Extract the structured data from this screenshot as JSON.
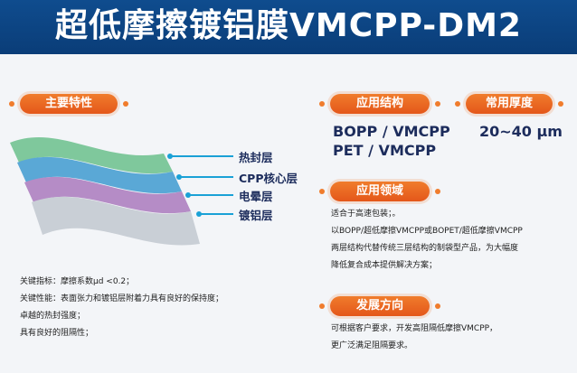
{
  "header": {
    "title": "超低摩擦镀铝膜VMCPP-DM2"
  },
  "sections": {
    "features_label": "主要特性",
    "structure_label": "应用结构",
    "thickness_label": "常用厚度",
    "fields_label": "应用领域",
    "direction_label": "发展方向"
  },
  "structure": {
    "line1": "BOPP / VMCPP",
    "line2": "PET / VMCPP"
  },
  "thickness": {
    "value": "20~40 μm"
  },
  "layers": [
    {
      "label": "热封层",
      "color": "#7fc89c"
    },
    {
      "label": "CPP核心层",
      "color": "#5aa8d6"
    },
    {
      "label": "电晕层",
      "color": "#b58cc6"
    },
    {
      "label": "镀铝层",
      "color": "#c9cfd6"
    }
  ],
  "features": [
    "关键指标：摩擦系数μd <0.2；",
    "关键性能：表面张力和镀铝层附着力具有良好的保持度；",
    "卓越的热封强度；",
    "具有良好的阻隔性；"
  ],
  "fields": [
    "适合于高速包装；。",
    "以BOPP/超低摩擦VMCPP或BOPET/超低摩擦VMCPP",
    "两层结构代替传统三层结构的制袋型产品，为大幅度",
    "降低复合成本提供解决方案；"
  ],
  "direction": [
    "可根据客户要求，开发高阻隔低摩擦VMCPP，",
    "更广泛满足阻隔要求。"
  ]
}
